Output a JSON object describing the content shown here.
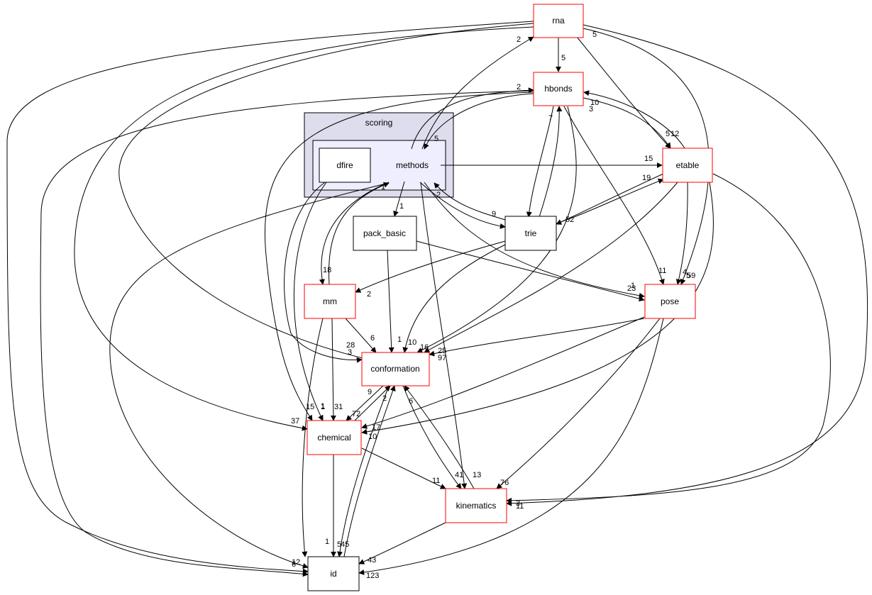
{
  "clusters": {
    "scoring": "scoring"
  },
  "nodes": {
    "rna": "rna",
    "hbonds": "hbonds",
    "methods": "methods",
    "dfire": "dfire",
    "etable": "etable",
    "pack_basic": "pack_basic",
    "trie": "trie",
    "mm": "mm",
    "pose": "pose",
    "conformation": "conformation",
    "chemical": "chemical",
    "kinematics": "kinematics",
    "id": "id"
  },
  "edge_labels": {
    "rna_hbonds": "5",
    "methods_rna": "2",
    "rna_etable": "5",
    "rna_pose": "5",
    "methods_hbonds": "2",
    "hbonds_methods": "5",
    "hbonds_trie": "3",
    "trie_hbonds": "7",
    "hbonds_etable_a": "10",
    "etable_hbonds": "12",
    "hbonds_etable_b": "5",
    "methods_etable": "15",
    "etable_trie": "19",
    "trie_etable": "52",
    "methods_pack_basic": "1",
    "methods_trie": "9",
    "methods_mm": "18",
    "mm_methods": "1",
    "trie_methods": "2",
    "hbonds_pose": "11",
    "etable_pose_a": "4",
    "etable_pose_b": "59",
    "methods_pose": "23",
    "pack_basic_pose": "1",
    "trie_mm": "2",
    "mm_conformation": "6",
    "pack_basic_conformation": "1",
    "trie_conformation": "10",
    "hbonds_conformation": "16",
    "etable_conformation": "25",
    "pose_conformation": "97",
    "rna_conformation": "28",
    "methods_conformation": "3",
    "conformation_chemical_a": "9",
    "conformation_chemical_b": "72",
    "chemical_conformation": "2",
    "etable_chemical": "17",
    "pose_chemical": "10",
    "rna_chemical": "37",
    "hbonds_chemical": "15",
    "dfire_chemical": "1",
    "mm_chemical": "31",
    "conformation_kinematics": "6",
    "chemical_kinematics": "11",
    "kinematics_conformation": "41",
    "methods_kinematics": "13",
    "pose_kinematics": "76",
    "rna_kinematics": "3",
    "etable_kinematics": "11",
    "chemical_id": "1",
    "conformation_id": "5",
    "id_conformation": "45",
    "kinematics_id": "43",
    "pose_id": "123",
    "rna_id": "12",
    "hbonds_id": "6",
    "mm_id": "1"
  }
}
